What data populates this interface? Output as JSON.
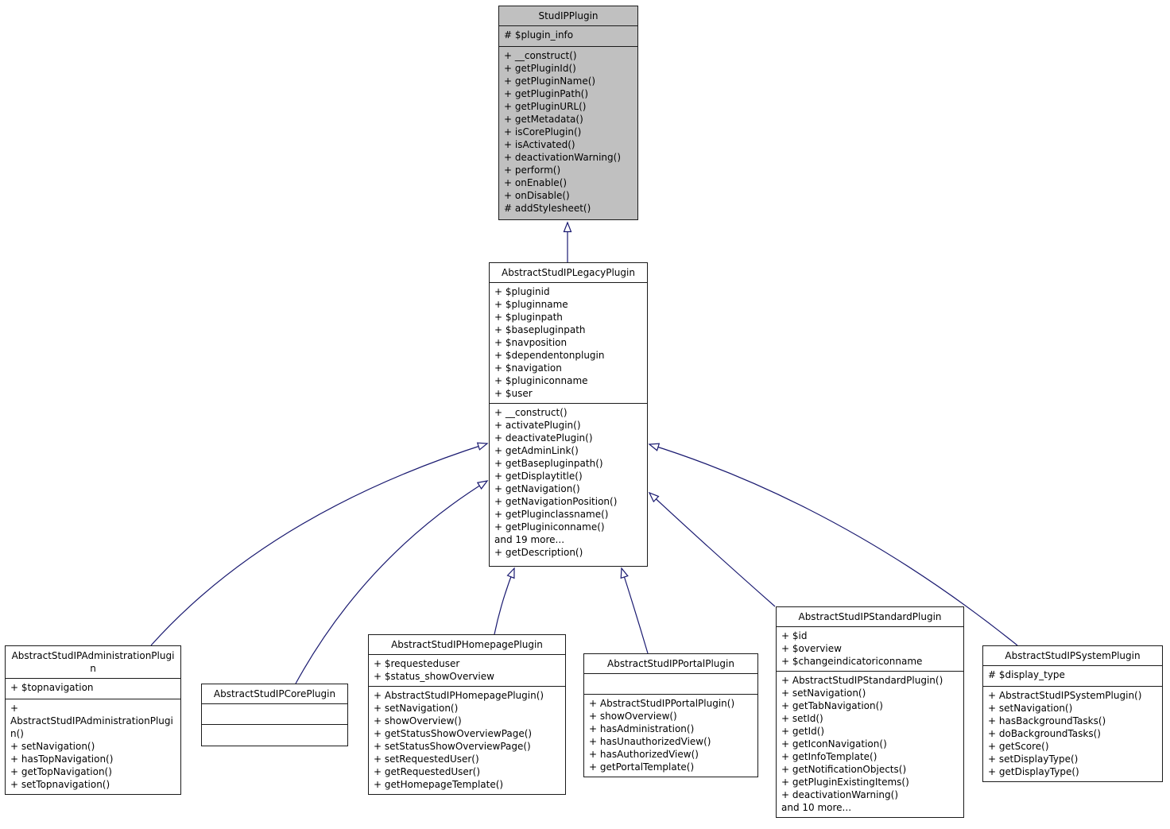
{
  "diagram": {
    "kind": "uml-class-inheritance",
    "colors": {
      "focus_class_fill": "#c0c0c0",
      "class_fill": "#ffffff",
      "border": "#1a1a1a",
      "edge": "#191970"
    },
    "classes": {
      "studipplugin": {
        "name": "StudIPPlugin",
        "attributes": [
          "# $plugin_info"
        ],
        "methods": [
          "+ __construct()",
          "+ getPluginId()",
          "+ getPluginName()",
          "+ getPluginPath()",
          "+ getPluginURL()",
          "+ getMetadata()",
          "+ isCorePlugin()",
          "+ isActivated()",
          "+ deactivationWarning()",
          "+ perform()",
          "+ onEnable()",
          "+ onDisable()",
          "# addStylesheet()"
        ]
      },
      "legacy": {
        "name": "AbstractStudIPLegacyPlugin",
        "attributes": [
          "+ $pluginid",
          "+ $pluginname",
          "+ $pluginpath",
          "+ $basepluginpath",
          "+ $navposition",
          "+ $dependentonplugin",
          "+ $navigation",
          "+ $pluginiconname",
          "+ $user"
        ],
        "methods": [
          "+ __construct()",
          "+ activatePlugin()",
          "+ deactivatePlugin()",
          "+ getAdminLink()",
          "+ getBasepluginpath()",
          "+ getDisplaytitle()",
          "+ getNavigation()",
          "+ getNavigationPosition()",
          "+ getPluginclassname()",
          "+ getPluginiconname()",
          "and 19 more...",
          "+ getDescription()"
        ]
      },
      "administration": {
        "name": "AbstractStudIPAdministrationPlugin",
        "attributes": [
          "+ $topnavigation"
        ],
        "methods": [
          "+ AbstractStudIPAdministrationPlugin()",
          "+ setNavigation()",
          "+ hasTopNavigation()",
          "+ getTopNavigation()",
          "+ setTopnavigation()"
        ]
      },
      "core": {
        "name": "AbstractStudIPCorePlugin",
        "attributes": [],
        "methods": []
      },
      "homepage": {
        "name": "AbstractStudIPHomepagePlugin",
        "attributes": [
          "+ $requesteduser",
          "+ $status_showOverview"
        ],
        "methods": [
          "+ AbstractStudIPHomepagePlugin()",
          "+ setNavigation()",
          "+ showOverview()",
          "+ getStatusShowOverviewPage()",
          "+ setStatusShowOverviewPage()",
          "+ setRequestedUser()",
          "+ getRequestedUser()",
          "+ getHomepageTemplate()"
        ]
      },
      "portal": {
        "name": "AbstractStudIPPortalPlugin",
        "attributes": [],
        "methods": [
          "+ AbstractStudIPPortalPlugin()",
          "+ showOverview()",
          "+ hasAdministration()",
          "+ hasUnauthorizedView()",
          "+ hasAuthorizedView()",
          "+ getPortalTemplate()"
        ]
      },
      "standard": {
        "name": "AbstractStudIPStandardPlugin",
        "attributes": [
          "+ $id",
          "+ $overview",
          "+ $changeindicatoriconname"
        ],
        "methods": [
          "+ AbstractStudIPStandardPlugin()",
          "+ setNavigation()",
          "+ getTabNavigation()",
          "+ setId()",
          "+ getId()",
          "+ getIconNavigation()",
          "+ getInfoTemplate()",
          "+ getNotificationObjects()",
          "+ getPluginExistingItems()",
          "+ deactivationWarning()",
          "and 10 more..."
        ]
      },
      "system": {
        "name": "AbstractStudIPSystemPlugin",
        "attributes": [
          "# $display_type"
        ],
        "methods": [
          "+ AbstractStudIPSystemPlugin()",
          "+ setNavigation()",
          "+ hasBackgroundTasks()",
          "+ doBackgroundTasks()",
          "+ getScore()",
          "+ setDisplayType()",
          "+ getDisplayType()"
        ]
      }
    },
    "edges": [
      {
        "from": "AbstractStudIPLegacyPlugin",
        "to": "StudIPPlugin",
        "type": "inheritance"
      },
      {
        "from": "AbstractStudIPAdministrationPlugin",
        "to": "AbstractStudIPLegacyPlugin",
        "type": "inheritance"
      },
      {
        "from": "AbstractStudIPCorePlugin",
        "to": "AbstractStudIPLegacyPlugin",
        "type": "inheritance"
      },
      {
        "from": "AbstractStudIPHomepagePlugin",
        "to": "AbstractStudIPLegacyPlugin",
        "type": "inheritance"
      },
      {
        "from": "AbstractStudIPPortalPlugin",
        "to": "AbstractStudIPLegacyPlugin",
        "type": "inheritance"
      },
      {
        "from": "AbstractStudIPStandardPlugin",
        "to": "AbstractStudIPLegacyPlugin",
        "type": "inheritance"
      },
      {
        "from": "AbstractStudIPSystemPlugin",
        "to": "AbstractStudIPLegacyPlugin",
        "type": "inheritance"
      }
    ]
  }
}
